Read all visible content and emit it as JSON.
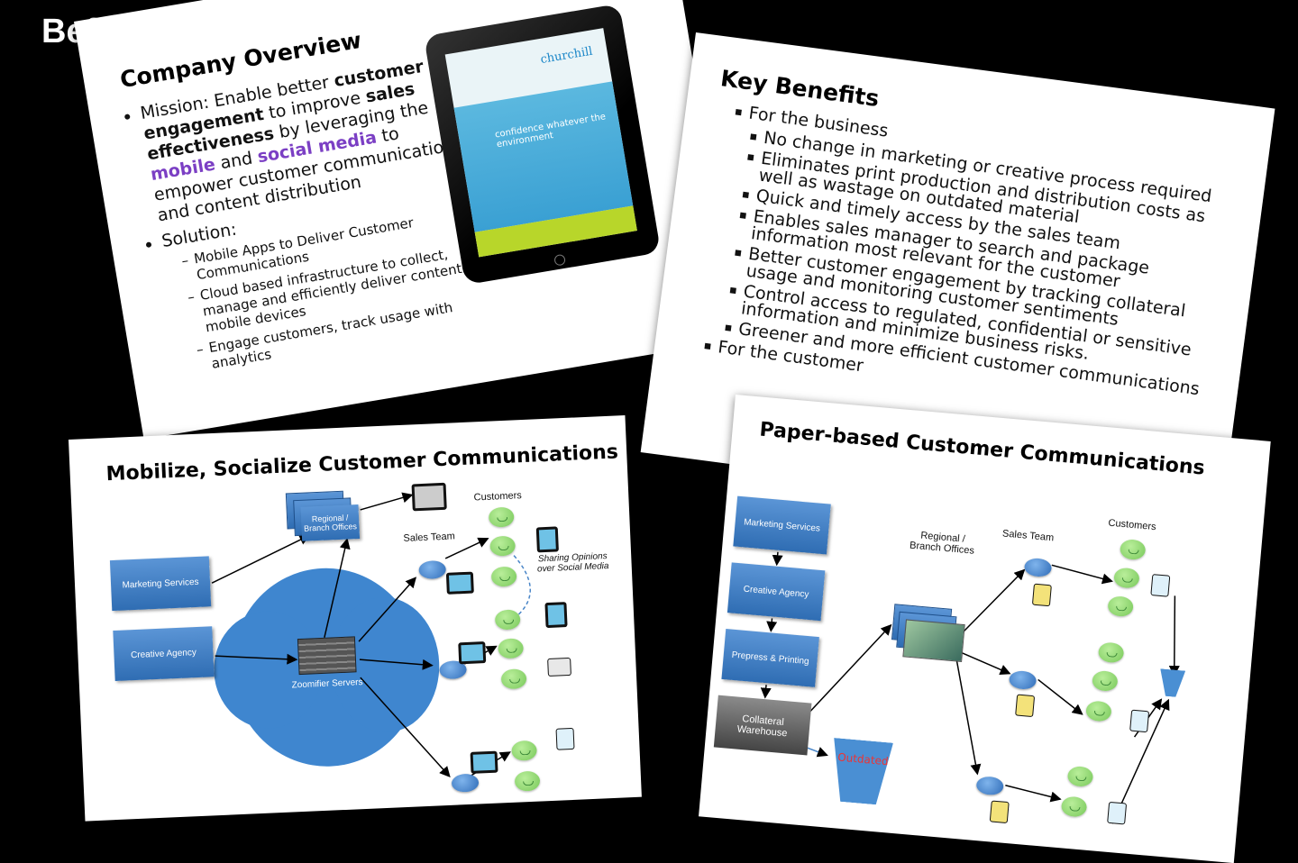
{
  "page": {
    "title": "Before"
  },
  "slide_overview": {
    "title": "Company Overview",
    "mission": {
      "label": "Mission: Enable better ",
      "b1": "customer engagement",
      "t1": " to improve ",
      "b2": "sales effectiveness",
      "t2": " by leveraging the ",
      "p1": "mobile",
      "t3": " and ",
      "p2": "social media",
      "t4": " to empower customer communications and content distribution"
    },
    "solution_label": "Solution:",
    "solution_items": [
      "Mobile Apps to Deliver Customer Communications",
      "Cloud based infrastructure to collect, manage and efficiently deliver content to mobile devices",
      "Engage customers, track usage with analytics"
    ],
    "tablet": {
      "brand": "churchill",
      "tagline": "confidence whatever the environment"
    }
  },
  "slide_benefits": {
    "title": "Key Benefits",
    "business_label": "For the business",
    "business_items": [
      "No change in marketing or creative process required",
      "Eliminates print production and distribution costs as well as wastage on outdated material",
      "Quick and timely access by the sales team",
      "Enables sales manager to search and package information most relevant for the customer",
      "Better customer engagement by tracking collateral usage and monitoring customer sentiments",
      "Control access to regulated, confidential or sensitive information and minimize business risks.",
      "Greener and more efficient customer communications"
    ],
    "customer_label": "For the customer"
  },
  "slide_mobilize": {
    "title": "Mobilize, Socialize Customer Communications",
    "marketing": "Marketing Services",
    "creative": "Creative Agency",
    "regional": "Regional / Branch Offices",
    "servers": "Zoomifier Servers",
    "sales_team": "Sales Team",
    "customers": "Customers",
    "sharing": "Sharing Opinions over Social Media"
  },
  "slide_paper": {
    "title": "Paper-based Customer Communications",
    "marketing": "Marketing Services",
    "creative": "Creative Agency",
    "prepress": "Prepress & Printing",
    "warehouse": "Collateral Warehouse",
    "outdated": "Outdated",
    "regional": "Regional / Branch Offices",
    "sales_team": "Sales Team",
    "customers": "Customers"
  }
}
